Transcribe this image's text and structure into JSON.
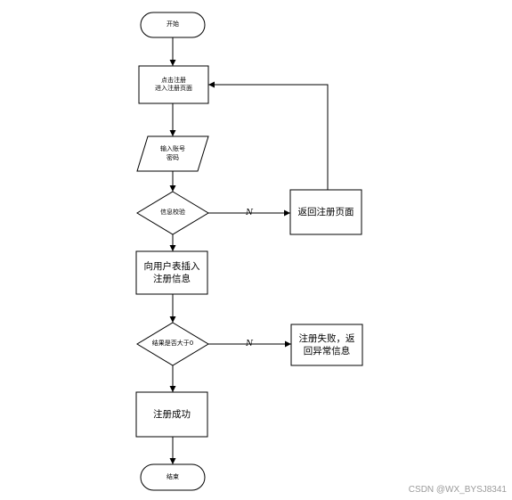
{
  "diagram": {
    "start": "开始",
    "click_register": "点击注册\n进入注册页面",
    "input_credentials": "输入账号\n密码",
    "verify": "信息校验",
    "return_register": "返回注册页面",
    "insert_user": "向用户表插入\n注册信息",
    "result_check": "结果是否大于0",
    "fail_message": "注册失败，返\n回异常信息",
    "success": "注册成功",
    "end": "结束",
    "edge_no_1": "N",
    "edge_no_2": "N"
  },
  "watermark": "CSDN @WX_BYSJ8341"
}
